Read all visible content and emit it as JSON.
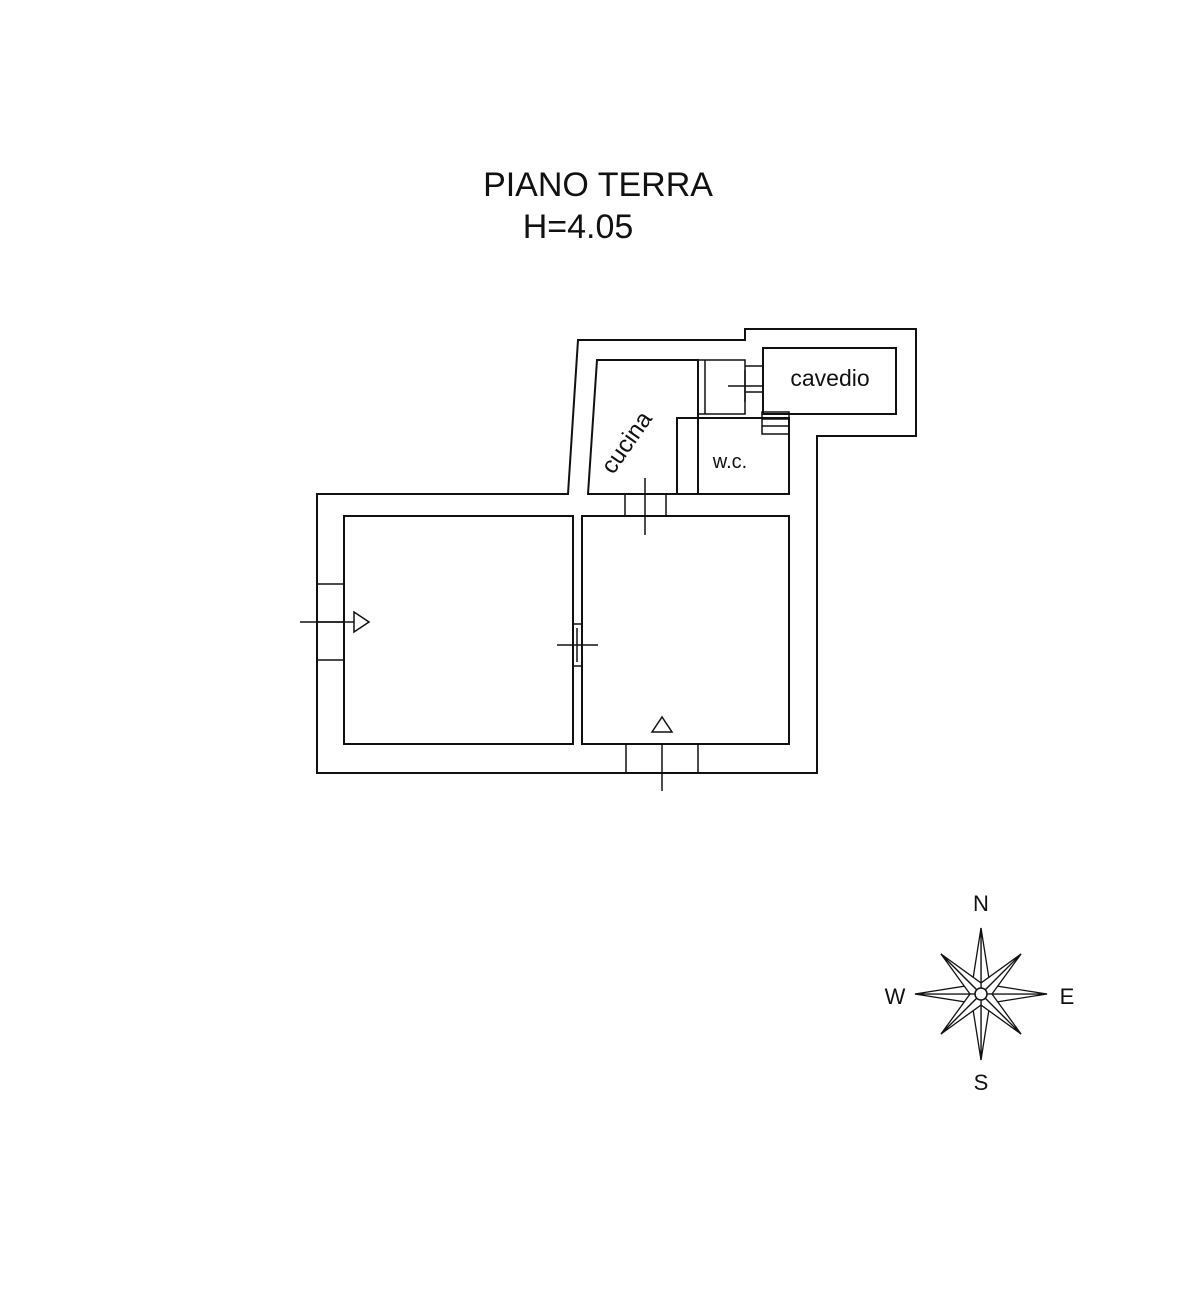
{
  "title": "PIANO TERRA",
  "height_label": "H=4.05",
  "rooms": {
    "cucina": "cucina",
    "wc": "w.c.",
    "cavedio": "cavedio"
  },
  "compass": {
    "north": "N",
    "south": "S",
    "east": "E",
    "west": "W"
  },
  "colors": {
    "line": "#111111",
    "background": "#ffffff"
  }
}
